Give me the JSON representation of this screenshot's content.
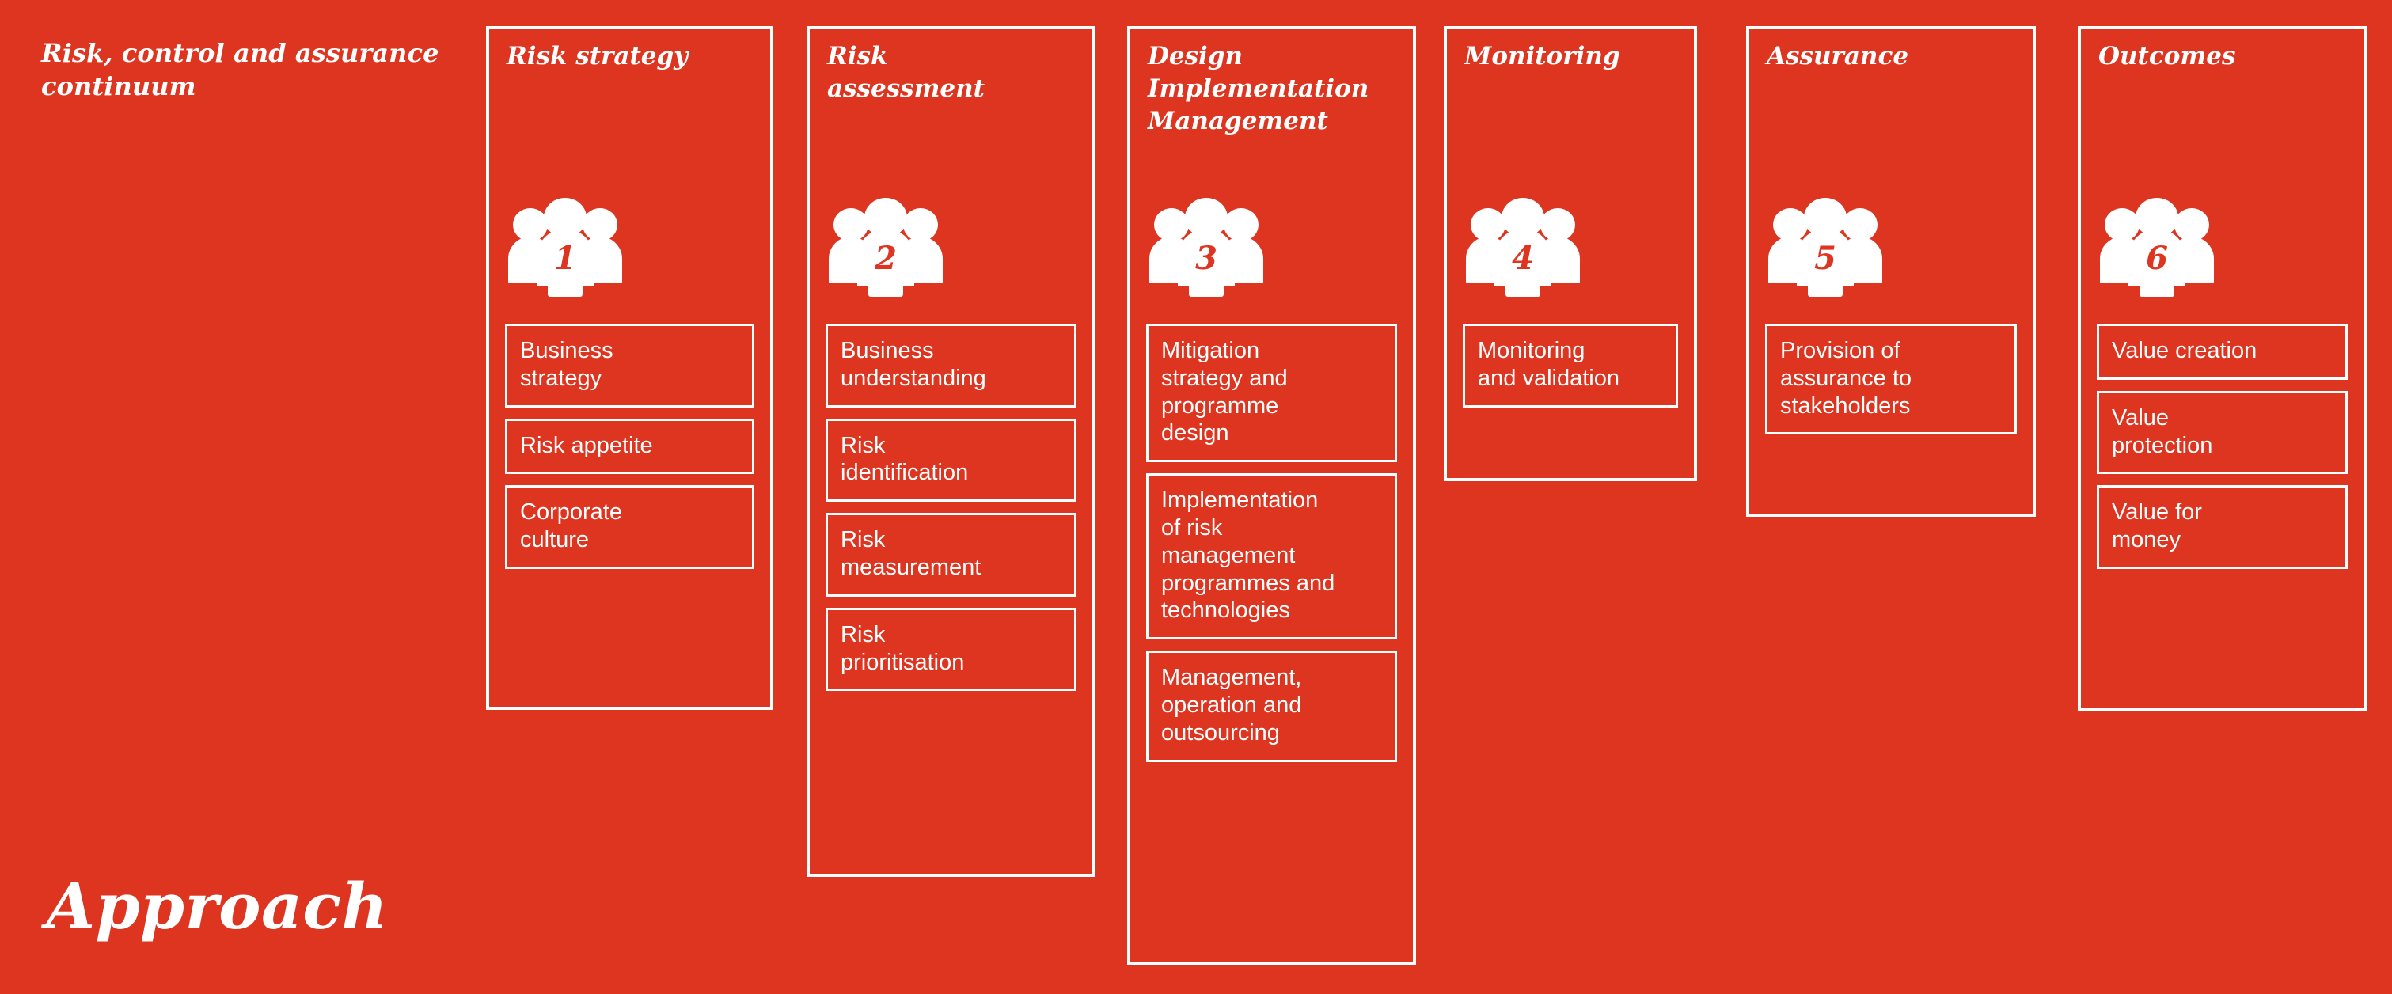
{
  "page": {
    "background_color": "#dd3520",
    "foreground_color": "#ffffff",
    "heading": "Risk, control and\nassurance continuum",
    "footer_heading": "Approach"
  },
  "columns": [
    {
      "title": "Risk strategy",
      "number": "1",
      "icon": "three-people-icon",
      "items": [
        "Business\nstrategy",
        "Risk appetite",
        "Corporate\nculture"
      ]
    },
    {
      "title": "Risk\nassessment",
      "number": "2",
      "icon": "three-people-icon",
      "items": [
        "Business\nunderstanding",
        "Risk\nidentification",
        "Risk\nmeasurement",
        "Risk\nprioritisation"
      ]
    },
    {
      "title": "Design\nImplementation\nManagement",
      "number": "3",
      "icon": "three-people-icon",
      "items": [
        "Mitigation\nstrategy and\nprogramme\ndesign",
        "Implementation\nof risk\nmanagement\nprogrammes and\ntechnologies",
        "Management,\noperation and\noutsourcing"
      ]
    },
    {
      "title": "Monitoring",
      "number": "4",
      "icon": "three-people-icon",
      "items": [
        "Monitoring\nand validation"
      ]
    },
    {
      "title": "Assurance",
      "number": "5",
      "icon": "three-people-icon",
      "items": [
        "Provision of\nassurance to\nstakeholders"
      ]
    },
    {
      "title": "Outcomes",
      "number": "6",
      "icon": "three-people-icon",
      "items": [
        "Value creation",
        "Value\nprotection",
        "Value for\nmoney"
      ]
    }
  ]
}
